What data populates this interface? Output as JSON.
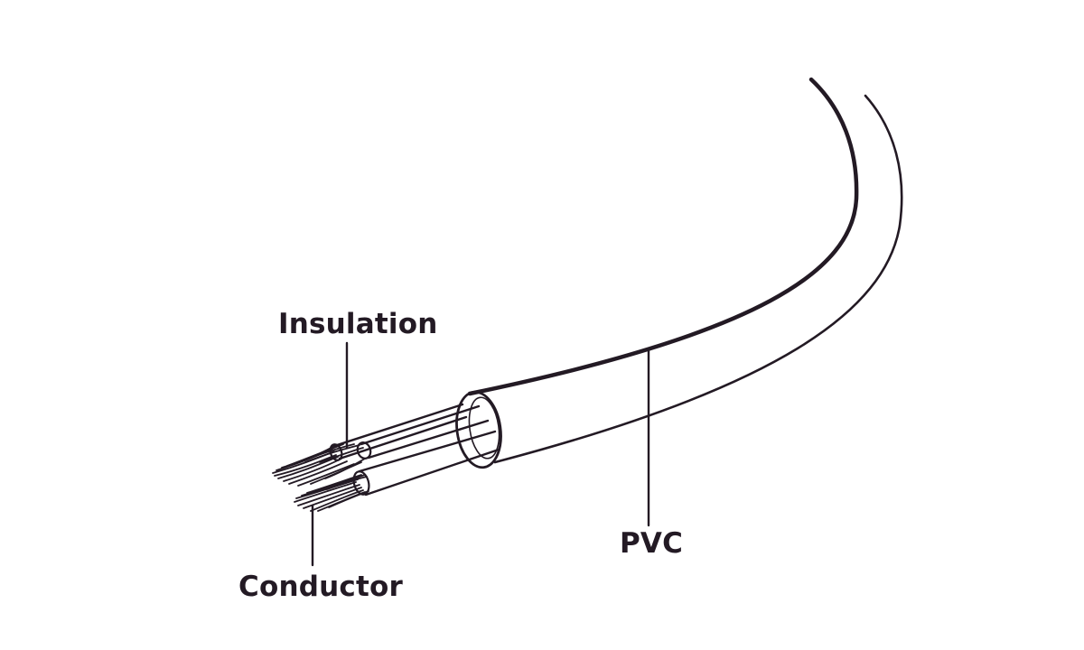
{
  "labels": {
    "insulation": "Insulation",
    "conductor": "Conductor",
    "pvc": "PVC"
  },
  "colors": {
    "line": "#231a24",
    "text": "#231a24",
    "background": "#ffffff"
  }
}
